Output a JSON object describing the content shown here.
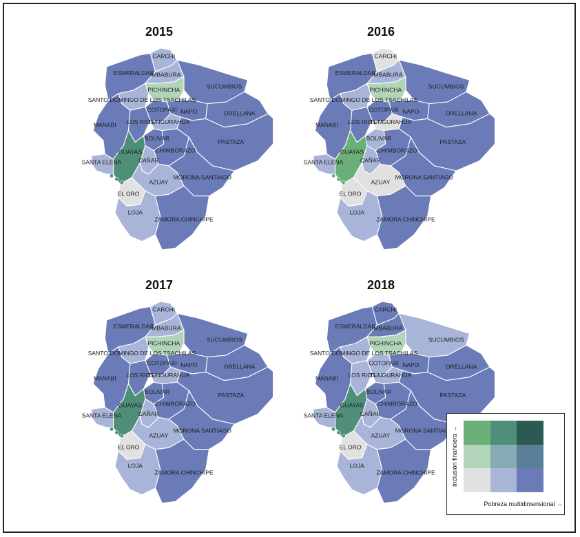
{
  "palette": {
    "low_inc_low_pov": "#e1e1e1",
    "low_inc_mid_pov": "#a9b5d8",
    "low_inc_high_pov": "#6a7bb8",
    "mid_inc_low_pov": "#b2d5ba",
    "mid_inc_mid_pov": "#88aab5",
    "mid_inc_high_pov": "#5a7f98",
    "high_inc_low_pov": "#6aaf78",
    "high_inc_mid_pov": "#4f8f7a",
    "high_inc_high_pov": "#2a5a52",
    "border": "#ffffff"
  },
  "panels": [
    {
      "year": "2015",
      "fills": {
        "esmeraldas": "#6a7bb8",
        "carchi": "#a9b5d8",
        "imbabura": "#a9b5d8",
        "sucumbios": "#6a7bb8",
        "pichincha": "#b2d5ba",
        "sto_domingo": "#a9b5d8",
        "manabi": "#6a7bb8",
        "cotopaxi": "#6a7bb8",
        "napo": "#6a7bb8",
        "orellana": "#6a7bb8",
        "los_rios": "#6a7bb8",
        "tungurahua": "#a9b5d8",
        "bolivar": "#6a7bb8",
        "pastaza": "#6a7bb8",
        "guayas": "#4f8f7a",
        "santa_elena": "#a9b5d8",
        "canar": "#a9b5d8",
        "chimborazo": "#6a7bb8",
        "morona": "#6a7bb8",
        "azuay": "#a9b5d8",
        "el_oro": "#e1e1e1",
        "loja": "#a9b5d8",
        "zamora": "#6a7bb8"
      }
    },
    {
      "year": "2016",
      "fills": {
        "esmeraldas": "#6a7bb8",
        "carchi": "#e1e1e1",
        "imbabura": "#a9b5d8",
        "sucumbios": "#6a7bb8",
        "pichincha": "#b2d5ba",
        "sto_domingo": "#a9b5d8",
        "manabi": "#6a7bb8",
        "cotopaxi": "#6a7bb8",
        "napo": "#6a7bb8",
        "orellana": "#6a7bb8",
        "los_rios": "#6a7bb8",
        "tungurahua": "#e1e1e1",
        "bolivar": "#a9b5d8",
        "pastaza": "#6a7bb8",
        "guayas": "#6aaf78",
        "santa_elena": "#a9b5d8",
        "canar": "#a9b5d8",
        "chimborazo": "#6a7bb8",
        "morona": "#6a7bb8",
        "azuay": "#e1e1e1",
        "el_oro": "#e1e1e1",
        "loja": "#a9b5d8",
        "zamora": "#6a7bb8"
      }
    },
    {
      "year": "2017",
      "fills": {
        "esmeraldas": "#6a7bb8",
        "carchi": "#a9b5d8",
        "imbabura": "#a9b5d8",
        "sucumbios": "#6a7bb8",
        "pichincha": "#b2d5ba",
        "sto_domingo": "#a9b5d8",
        "manabi": "#6a7bb8",
        "cotopaxi": "#6a7bb8",
        "napo": "#6a7bb8",
        "orellana": "#6a7bb8",
        "los_rios": "#6a7bb8",
        "tungurahua": "#a9b5d8",
        "bolivar": "#6a7bb8",
        "pastaza": "#6a7bb8",
        "guayas": "#4f8f7a",
        "santa_elena": "#a9b5d8",
        "canar": "#a9b5d8",
        "chimborazo": "#6a7bb8",
        "morona": "#6a7bb8",
        "azuay": "#a9b5d8",
        "el_oro": "#e1e1e1",
        "loja": "#a9b5d8",
        "zamora": "#6a7bb8"
      }
    },
    {
      "year": "2018",
      "fills": {
        "esmeraldas": "#6a7bb8",
        "carchi": "#6a7bb8",
        "imbabura": "#6a7bb8",
        "sucumbios": "#a9b5d8",
        "pichincha": "#b2d5ba",
        "sto_domingo": "#a9b5d8",
        "manabi": "#6a7bb8",
        "cotopaxi": "#a9b5d8",
        "napo": "#6a7bb8",
        "orellana": "#6a7bb8",
        "los_rios": "#a9b5d8",
        "tungurahua": "#a9b5d8",
        "bolivar": "#6a7bb8",
        "pastaza": "#6a7bb8",
        "guayas": "#4f8f7a",
        "santa_elena": "#a9b5d8",
        "canar": "#a9b5d8",
        "chimborazo": "#6a7bb8",
        "morona": "#6a7bb8",
        "azuay": "#a9b5d8",
        "el_oro": "#e1e1e1",
        "loja": "#a9b5d8",
        "zamora": "#6a7bb8"
      }
    }
  ],
  "province_labels": {
    "esmeraldas": "ESMERALDAS",
    "carchi": "CARCHI",
    "imbabura": "IMBABURA",
    "sucumbios": "SUCUMBIOS",
    "pichincha": "PICHINCHA",
    "sto_domingo": "SANTO DOMINGO DE LOS TSACHILAS",
    "manabi": "MANABI",
    "cotopaxi": "COTOPAXI",
    "napo": "NAPO",
    "orellana": "ORELLANA",
    "los_rios": "LOS RIOS",
    "tungurahua": "TUNGURAHUA",
    "bolivar": "BOLIVAR",
    "pastaza": "PASTAZA",
    "guayas": "GUAYAS",
    "santa_elena": "SANTA ELENA",
    "canar": "CAÑAR",
    "chimborazo": "CHIMBORAZO",
    "morona": "MORONA SANTIAGO",
    "azuay": "AZUAY",
    "el_oro": "EL ORO",
    "loja": "LOJA",
    "zamora": "ZAMORA CHINCHIPE"
  },
  "legend": {
    "y_label": "Inclusión financiera →",
    "x_label": "Pobreza multidimensional →",
    "cells": [
      [
        "#6aaf78",
        "#4f8f7a",
        "#2a5a52"
      ],
      [
        "#b2d5ba",
        "#88aab5",
        "#5a7f98"
      ],
      [
        "#e1e1e1",
        "#a9b5d8",
        "#6a7bb8"
      ]
    ]
  }
}
